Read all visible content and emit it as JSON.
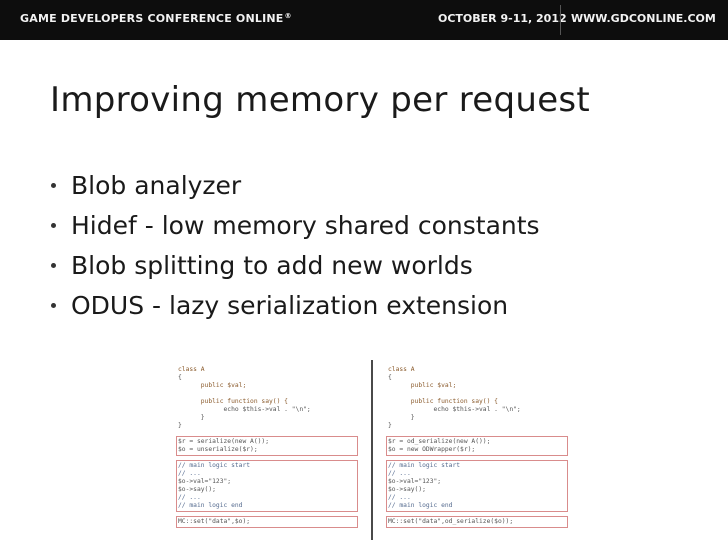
{
  "header": {
    "brand": "GAME DEVELOPERS CONFERENCE ONLINE",
    "brand_mark": "®",
    "dates": "OCTOBER 9-11, 2012",
    "site": "WWW.GDCONLINE.COM"
  },
  "slide": {
    "title": "Improving memory per request",
    "bullets": [
      "Blob analyzer",
      "Hidef - low memory shared constants",
      "Blob splitting to add new worlds",
      "ODUS - lazy serialization extension"
    ]
  },
  "code": {
    "left": [
      "class A",
      "{",
      "      public $val;",
      "",
      "      public function say() {",
      "            echo $this->val . \"\\n\";",
      "      }",
      "}",
      "",
      "$r = serialize(new A());",
      "$o = unserialize($r);",
      "",
      "// main logic start",
      "// ...",
      "$o->val=\"123\";",
      "$o->say();",
      "// ...",
      "// main logic end",
      "",
      "MC::set(\"data\",$o);"
    ],
    "right": [
      "class A",
      "{",
      "      public $val;",
      "",
      "      public function say() {",
      "            echo $this->val . \"\\n\";",
      "      }",
      "}",
      "",
      "$r = od_serialize(new A());",
      "$o = new ODWrapper($r);",
      "",
      "// main logic start",
      "// ...",
      "$o->val=\"123\";",
      "$o->say();",
      "// ...",
      "// main logic end",
      "",
      "MC::set(\"data\",od_serialize($o));"
    ]
  }
}
